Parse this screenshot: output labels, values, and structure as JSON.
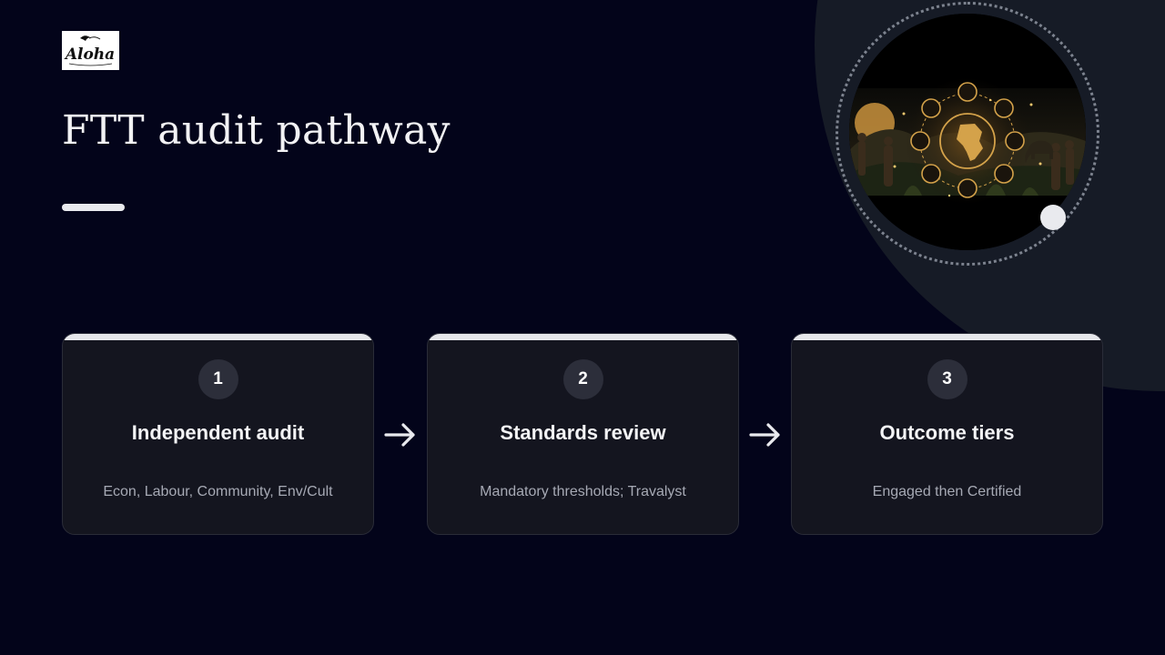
{
  "slide": {
    "title": "FTT audit pathway",
    "logo": {
      "text": "Aloha",
      "icon": "bird-logo-icon"
    },
    "steps": [
      {
        "number": "1",
        "title": "Independent audit",
        "description": "Econ, Labour, Community, Env/Cult"
      },
      {
        "number": "2",
        "title": "Standards review",
        "description": "Mandatory thresholds;  Travalyst"
      },
      {
        "number": "3",
        "title": "Outcome tiers",
        "description": "Engaged then Certified"
      }
    ],
    "connector_icon": "arrow-right-icon",
    "image_icon": "africa-network-illustration"
  },
  "colors": {
    "background": "#03041a",
    "decor_circle": "#161b26",
    "card": "#14151f",
    "card_accent": "#e6e7eb",
    "number_badge": "#2c2e3a",
    "title_text": "#f2f2f4",
    "muted_text": "#a6a9b4",
    "illustration_gold": "#d4a24a"
  }
}
